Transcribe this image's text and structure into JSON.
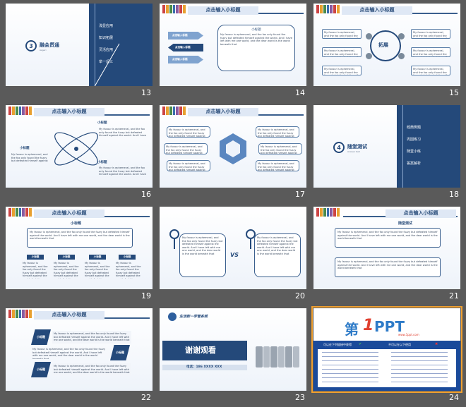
{
  "brand": {
    "navy": "#24497a",
    "accent": "#2e7bc8",
    "selection": "#f0a030",
    "bg": "#5a5a5a"
  },
  "lorem": "My favour is ephemeral, and the fox only found the fuzzy but defeated himself against the world. And I have left with me one world, and the dear world is the world beneath that",
  "slides": [
    {
      "num": "13",
      "chapter_num": "3",
      "chapter_title": "融会贯通",
      "chapter_sub": "Asgeri",
      "menu": [
        "浅显应用",
        "知识拓展",
        "灵活应用",
        "举一反三"
      ]
    },
    {
      "num": "14",
      "title": "点击输入小标题",
      "arrows": [
        "点击输入标题",
        "点击输入标题",
        "点击输入标题"
      ],
      "box_title": "小标题"
    },
    {
      "num": "15",
      "title": "点击输入小标题",
      "center": "拓展"
    },
    {
      "num": "16",
      "title": "点击输入小标题",
      "labels": [
        "小标题",
        "小标题",
        "小标题"
      ]
    },
    {
      "num": "17",
      "title": "点击输入小标题"
    },
    {
      "num": "18",
      "chapter_num": "4",
      "chapter_title": "随堂测试",
      "chapter_sub": "Answer test",
      "menu": [
        "经典例题",
        "巩固练习",
        "随堂小练",
        "答案解析"
      ]
    },
    {
      "num": "19",
      "title": "点击输入小标题",
      "sub": "小标题",
      "cols": [
        "小标题",
        "小标题",
        "小标题",
        "小标题"
      ]
    },
    {
      "num": "20",
      "vs": "VS"
    },
    {
      "num": "21",
      "title": "点击输入小标题",
      "sub": "随堂测试"
    },
    {
      "num": "22",
      "title": "点击输入小标题",
      "tags": [
        "小标题",
        "小标题",
        "小标题"
      ]
    },
    {
      "num": "23",
      "school": "生活新一学管系统",
      "thanks": "谢谢观看",
      "phone": "电话：186 XXXX XXX"
    },
    {
      "num": "24",
      "logo_left": "第",
      "logo_one": "1",
      "logo_right": "PPT",
      "logo_url": "www.1ppt.com",
      "col_head_left": "可以在下列链接中获得",
      "col_head_right": "不可以在以下使用"
    }
  ]
}
